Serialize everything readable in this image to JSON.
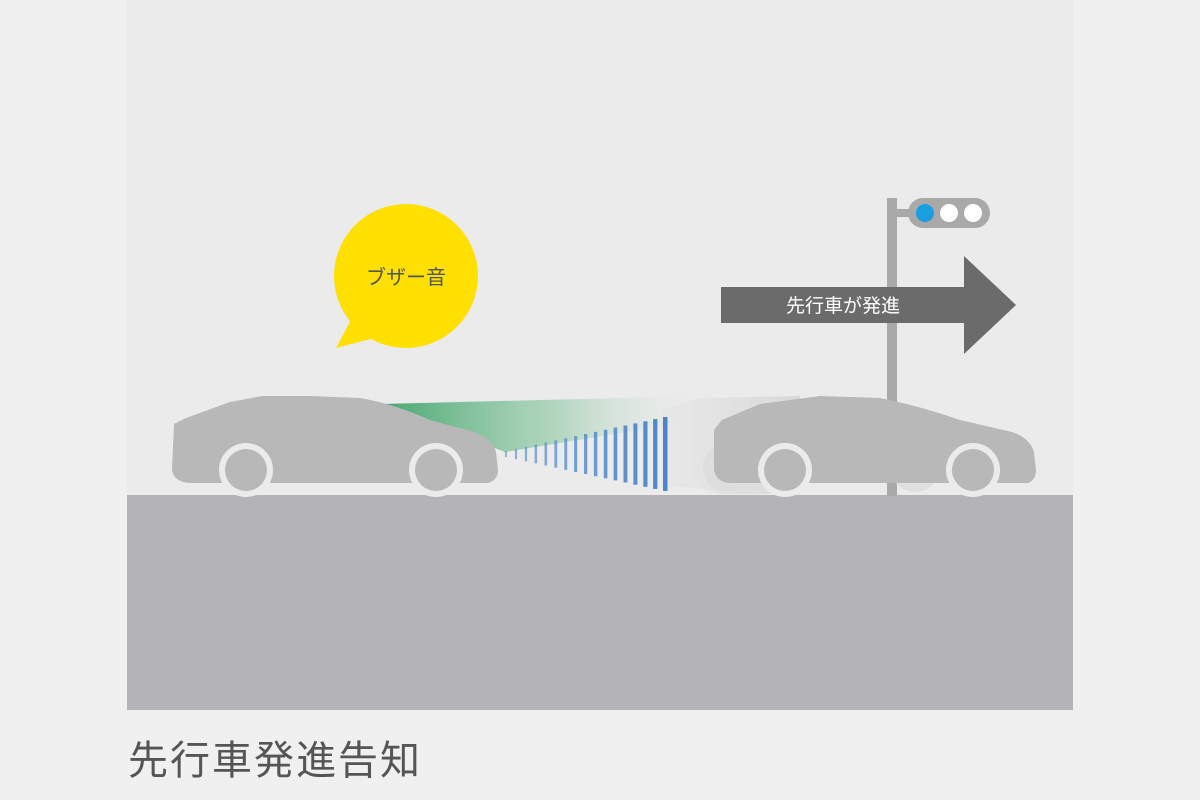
{
  "caption": "先行車発進告知",
  "bubble": {
    "text": "ブザー音",
    "color": "#ffe000"
  },
  "arrow": {
    "text": "先行車が発進",
    "color": "#6b6b6b"
  },
  "traffic_light": {
    "active_color": "#1a9ee0"
  },
  "colors": {
    "road": "#b4b4b6",
    "car": "#b8b8b8",
    "sensor_green": "#4caf72",
    "sensor_blue": "#4a86c8"
  }
}
